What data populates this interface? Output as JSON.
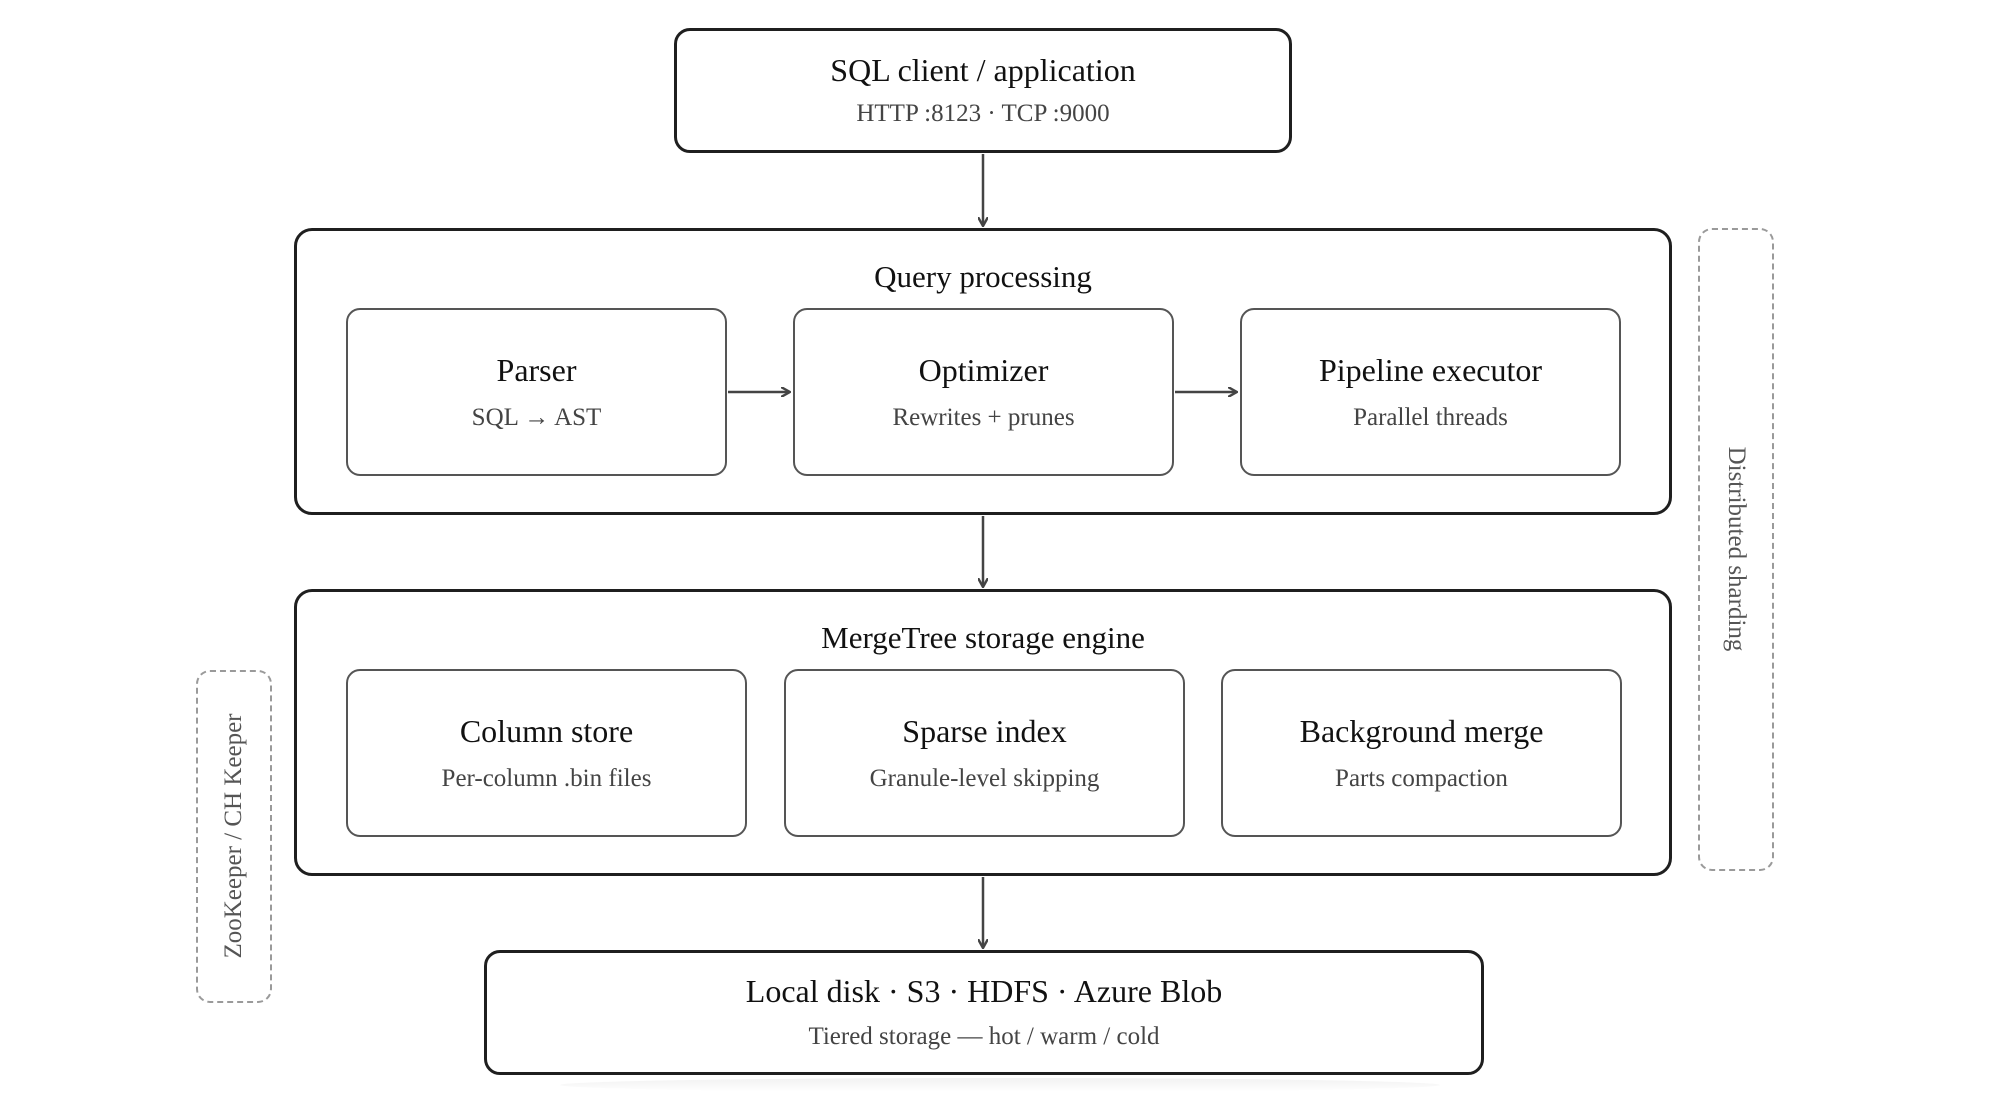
{
  "client": {
    "title": "SQL client / application",
    "subtitle": "HTTP :8123 · TCP :9000"
  },
  "query_processing": {
    "title": "Query processing",
    "parser": {
      "title": "Parser",
      "subtitle": "SQL → AST"
    },
    "optimizer": {
      "title": "Optimizer",
      "subtitle": "Rewrites + prunes"
    },
    "executor": {
      "title": "Pipeline executor",
      "subtitle": "Parallel threads"
    }
  },
  "storage_engine": {
    "title": "MergeTree storage engine",
    "column_store": {
      "title": "Column store",
      "subtitle": "Per-column .bin files"
    },
    "sparse_index": {
      "title": "Sparse index",
      "subtitle": "Granule-level skipping"
    },
    "background_merge": {
      "title": "Background merge",
      "subtitle": "Parts compaction"
    }
  },
  "storage_backends": {
    "title": "Local disk · S3 · HDFS · Azure Blob",
    "subtitle": "Tiered storage — hot / warm / cold"
  },
  "side_labels": {
    "coordination": "ZooKeeper / CH Keeper",
    "sharding": "Distributed sharding"
  }
}
